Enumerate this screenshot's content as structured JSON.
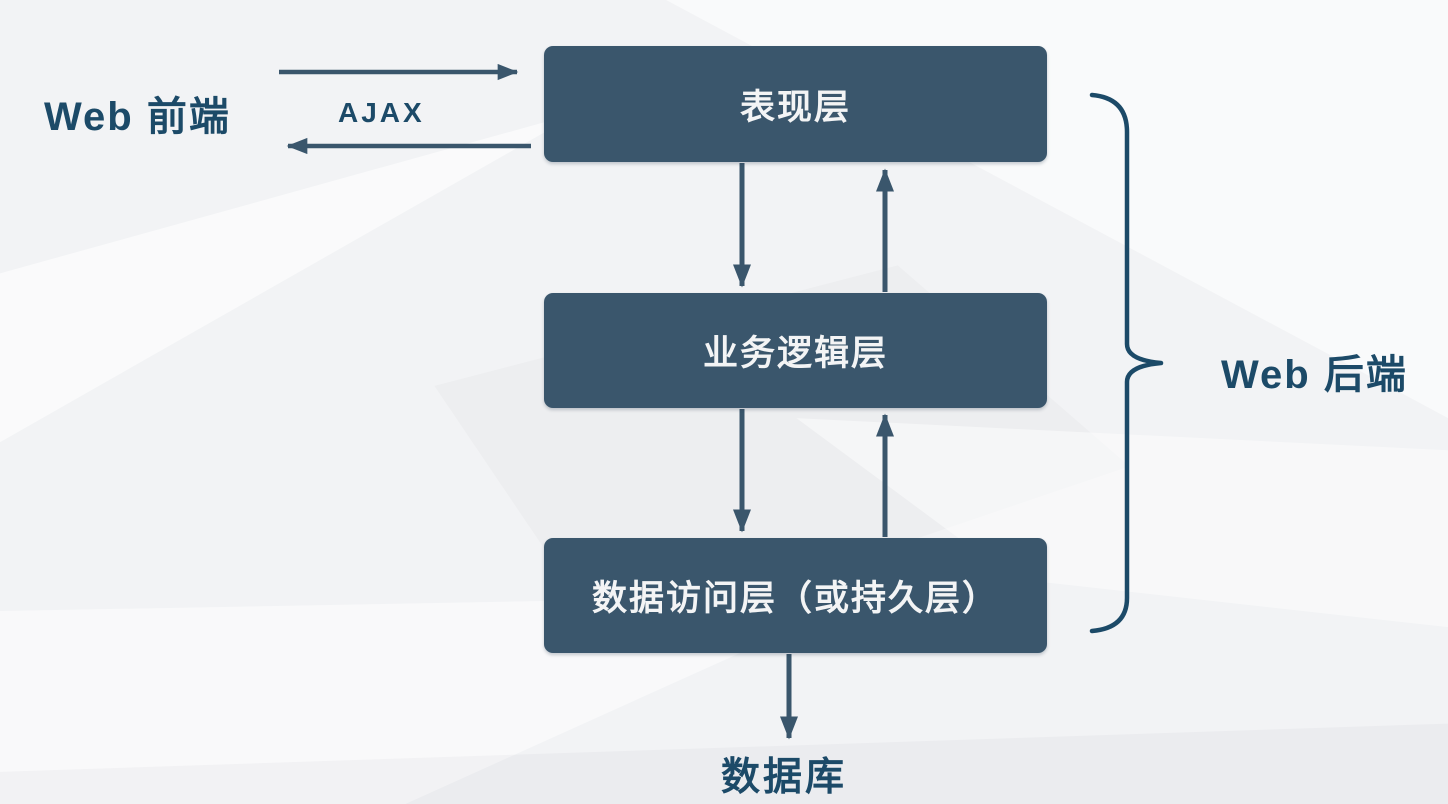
{
  "diagram": {
    "title_context": "web-three-tier-architecture",
    "frontend_label": "Web 前端",
    "ajax_label": "AJAX",
    "backend_label": "Web 后端",
    "database_label": "数据库",
    "layers": [
      {
        "label": "表现层"
      },
      {
        "label": "业务逻辑层"
      },
      {
        "label": "数据访问层（或持久层）"
      }
    ],
    "connections": [
      {
        "from": "frontend",
        "to": "presentation-layer",
        "label": "AJAX",
        "direction": "right"
      },
      {
        "from": "presentation-layer",
        "to": "frontend",
        "label": "AJAX",
        "direction": "left"
      },
      {
        "from": "presentation-layer",
        "to": "business-logic-layer",
        "direction": "down"
      },
      {
        "from": "business-logic-layer",
        "to": "presentation-layer",
        "direction": "up"
      },
      {
        "from": "business-logic-layer",
        "to": "data-access-layer",
        "direction": "down"
      },
      {
        "from": "data-access-layer",
        "to": "business-logic-layer",
        "direction": "up"
      },
      {
        "from": "data-access-layer",
        "to": "database",
        "direction": "down"
      }
    ],
    "backend_brace_covers": [
      "表现层",
      "业务逻辑层",
      "数据访问层（或持久层）"
    ],
    "colors": {
      "box_fill": "#3A566C",
      "box_text": "#F3F4F5",
      "arrow": "#3A566C",
      "label_text": "#1C4A68",
      "brace": "#1C4A68",
      "background": "#F2F3F5"
    }
  }
}
